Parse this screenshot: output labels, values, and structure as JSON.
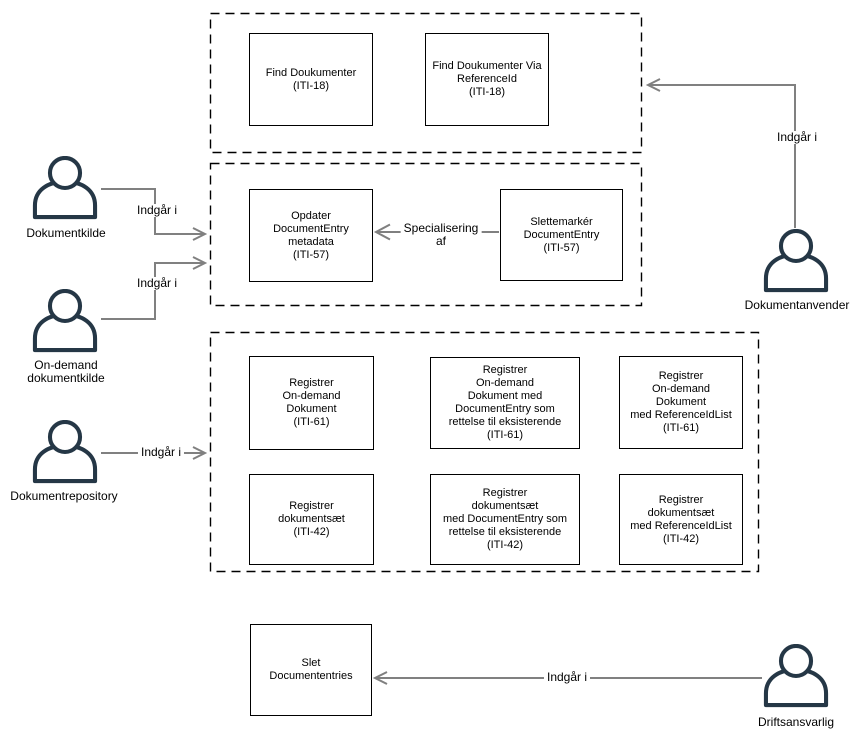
{
  "colors": {
    "actor": "#253746",
    "connector": "#808080",
    "border": "#000000",
    "text": "#000000",
    "background": "#ffffff"
  },
  "edge_labels": {
    "indgaar_i": "Indgår i",
    "specialisering_af": "Specialisering\naf"
  },
  "actors": {
    "dokumentkilde": {
      "label": "Dokumentkilde"
    },
    "on_demand_dokumentkilde": {
      "label": "On-demand\ndokumentkilde"
    },
    "dokumentrepository": {
      "label": "Dokumentrepository"
    },
    "dokumentanvender": {
      "label": "Dokumentanvender"
    },
    "driftsansvarlig": {
      "label": "Driftsansvarlig"
    }
  },
  "usecases": {
    "find_dokumenter": {
      "label": "Find Doukumenter\n(ITI-18)"
    },
    "find_dokumenter_via_referenceid": {
      "label": "Find Doukumenter Via\nReferenceId\n(ITI-18)"
    },
    "opdater_documententry": {
      "label": "Opdater\nDocumentEntry\nmetadata\n(ITI-57)"
    },
    "slettemarker_documententry": {
      "label": "Slettemarkér\nDocumentEntry\n(ITI-57)"
    },
    "registrer_on_demand_dokument": {
      "label": "Registrer\nOn-demand\nDokument\n(ITI-61)"
    },
    "registrer_on_demand_dokument_rettelse": {
      "label": "Registrer\nOn-demand\nDokument med\nDocumentEntry som\nrettelse til eksisterende\n(ITI-61)"
    },
    "registrer_on_demand_dokument_referenceidlist": {
      "label": "Registrer\nOn-demand\nDokument\nmed ReferenceIdList\n(ITI-61)"
    },
    "registrer_dokumentsaet": {
      "label": "Registrer\ndokumentsæt\n(ITI-42)"
    },
    "registrer_dokumentsaet_rettelse": {
      "label": "Registrer\ndokumentsæt\nmed DocumentEntry som\nrettelse til eksisterende\n(ITI-42)"
    },
    "registrer_dokumentsaet_referenceidlist": {
      "label": "Registrer\ndokumentsæt\nmed ReferenceIdList\n(ITI-42)"
    },
    "slet_documententries": {
      "label": "Slet\nDocumententries"
    }
  }
}
